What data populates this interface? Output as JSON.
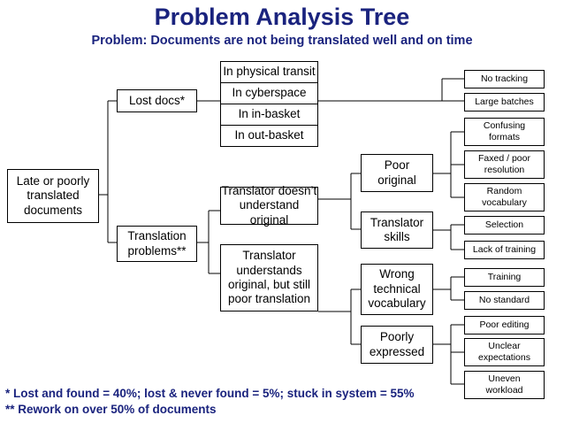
{
  "header": {
    "title": "Problem Analysis Tree",
    "subtitle": "Problem: Documents are not being translated well and on time"
  },
  "root": "Late or poorly\ntranslated\ndocuments",
  "branches": {
    "lost_docs": "Lost docs*",
    "translation_problems": "Translation\nproblems**"
  },
  "locations": [
    "In physical transit",
    "In cyberspace",
    "In in-basket",
    "In  out-basket"
  ],
  "translator": {
    "doesnt_understand": "Translator doesn’t\nunderstand original",
    "understands": "Translator\nunderstands\noriginal, but still\npoor translation"
  },
  "causes": {
    "poor_original": "Poor\noriginal",
    "translator_skills": "Translator\nskills",
    "wrong_vocab": "Wrong\ntechnical\nvocabulary",
    "poorly_expressed": "Poorly\nexpressed"
  },
  "leaves": {
    "no_tracking": "No tracking",
    "large_batches": "Large batches",
    "confusing_formats": "Confusing\nformats",
    "faxed_poor_resolution": "Faxed / poor\nresolution",
    "random_vocabulary": "Random\nvocabulary",
    "selection": "Selection",
    "lack_of_training": "Lack of training",
    "training": "Training",
    "no_standard": "No standard",
    "poor_editing": "Poor editing",
    "unclear_expectations": "Unclear\nexpectations",
    "uneven_workload": "Uneven\nworkload"
  },
  "footnotes": {
    "lost": " * Lost and found = 40%; lost & never found = 5%; stuck in system = 55%",
    "rework": "** Rework on over 50% of documents"
  },
  "colors": {
    "title": "#1a237e",
    "line": "#000000"
  }
}
